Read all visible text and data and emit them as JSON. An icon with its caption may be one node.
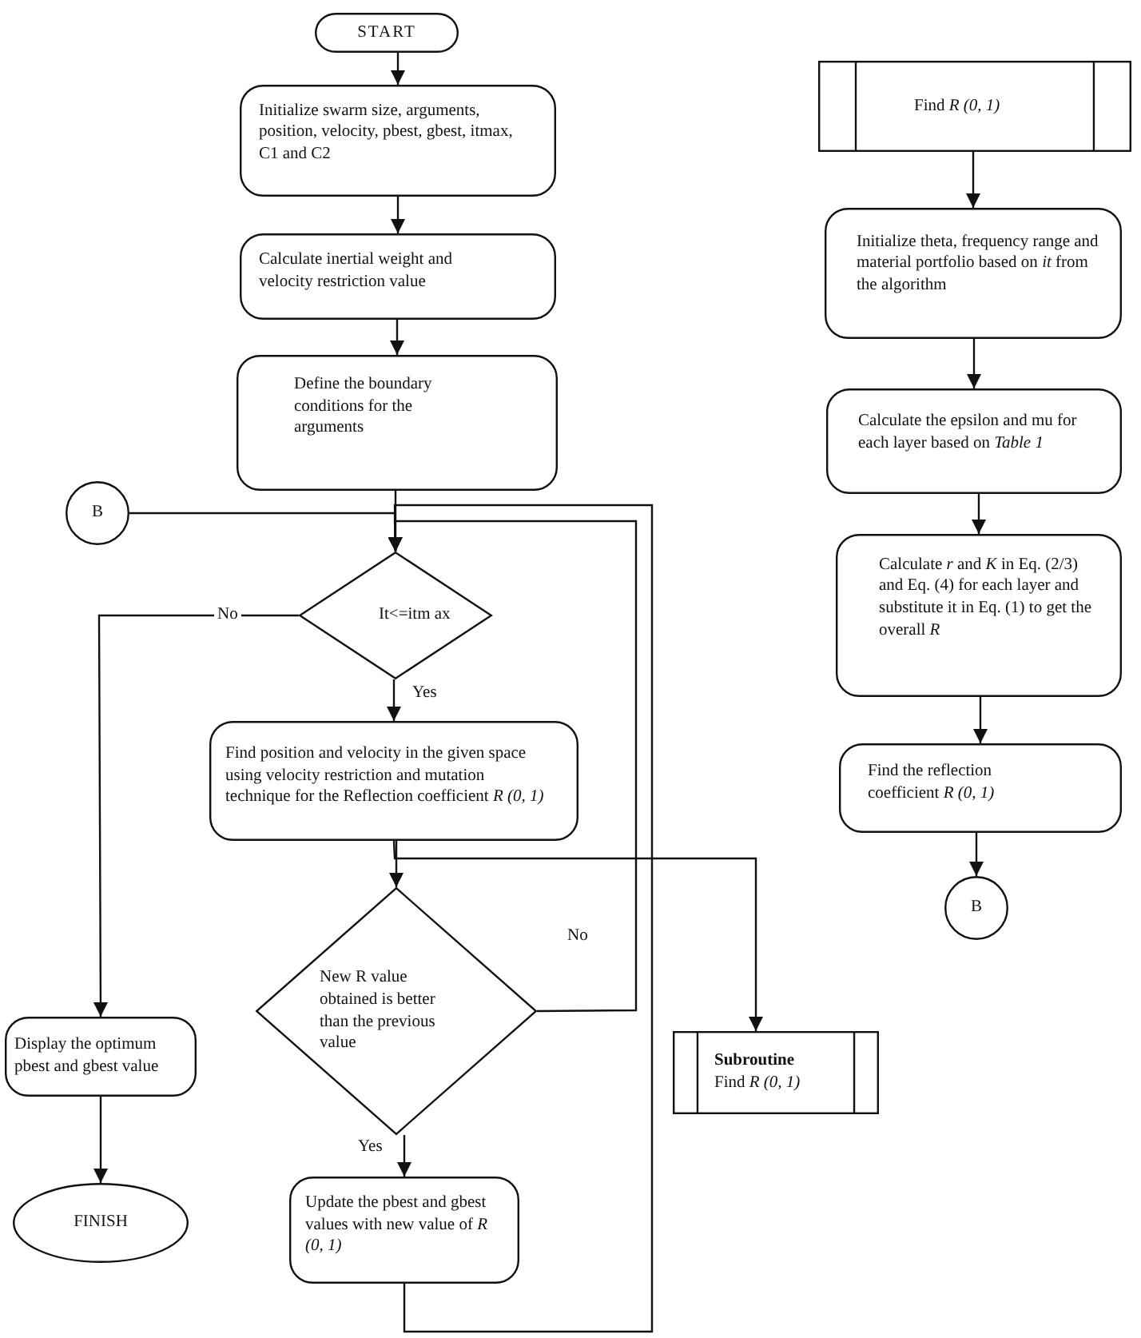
{
  "diagram": {
    "nodes": [
      {
        "text": [
          "START"
        ]
      },
      {
        "text": [
          "Initialize swarm size, arguments, position, velocity, pbest, gbest, itmax, C1 and C2"
        ]
      },
      {
        "text": [
          "Calculate inertial weight and velocity restriction value"
        ]
      },
      {
        "text": [
          "Define the boundary conditions for the arguments"
        ]
      },
      {
        "text": [
          "B"
        ]
      },
      {
        "text": [
          "It<=itm ax"
        ]
      },
      {
        "text": [
          "Find position and velocity in the given space using velocity restriction and mutation technique for the Reflection coefficient *R (0, 1)*"
        ]
      },
      {
        "text": [
          "New R value obtained is better than the previous value"
        ]
      },
      {
        "text": [
          "Display the optimum pbest and gbest value"
        ]
      },
      {
        "text": [
          "FINISH"
        ]
      },
      {
        "text": [
          "Update the pbest and gbest values with new value of *R (0, 1)*"
        ]
      },
      {
        "text": [
          "Subroutine",
          "Find *R (0, 1)*"
        ]
      },
      {
        "text": [
          "Find *R (0, 1)*"
        ]
      },
      {
        "text": [
          "Initialize theta, frequency range and material portfolio based on *it* from the algorithm"
        ]
      },
      {
        "text": [
          "Calculate the epsilon and mu for each layer based on *Table 1*"
        ]
      },
      {
        "text": [
          "Calculate *r* and *K* in Eq. (2/3) and Eq. (4) for each layer and substitute it in Eq. (1) to get the overall *R*"
        ]
      },
      {
        "text": [
          "Find the reflection coefficient *R (0, 1)*"
        ]
      },
      {
        "text": [
          "B"
        ]
      }
    ],
    "edges": [
      {
        "from": 0,
        "to": 1,
        "arrow": "to"
      },
      {
        "from": 1,
        "to": 2,
        "arrow": "to"
      },
      {
        "from": 2,
        "to": 3,
        "arrow": "to"
      },
      {
        "from": 3,
        "to": 5,
        "arrow": "to"
      },
      {
        "from": 4,
        "to": 5,
        "arrow": "to"
      },
      {
        "from": 5,
        "to": 6,
        "arrow": "to",
        "label": "Yes"
      },
      {
        "from": 5,
        "to": 8,
        "arrow": "to",
        "label": "No"
      },
      {
        "from": 6,
        "to": 7,
        "arrow": "to"
      },
      {
        "from": 6,
        "to": 11,
        "arrow": "to"
      },
      {
        "from": 7,
        "to": 5,
        "arrow": "to",
        "label": "No"
      },
      {
        "from": 7,
        "to": 10,
        "arrow": "to",
        "label": "Yes"
      },
      {
        "from": 8,
        "to": 9,
        "arrow": "to"
      },
      {
        "from": 10,
        "to": 5,
        "arrow": "to"
      },
      {
        "from": 12,
        "to": 13,
        "arrow": "to"
      },
      {
        "from": 13,
        "to": 14,
        "arrow": "to"
      },
      {
        "from": 14,
        "to": 15,
        "arrow": "to"
      },
      {
        "from": 15,
        "to": 16,
        "arrow": "to"
      },
      {
        "from": 16,
        "to": 17,
        "arrow": "to"
      }
    ]
  }
}
